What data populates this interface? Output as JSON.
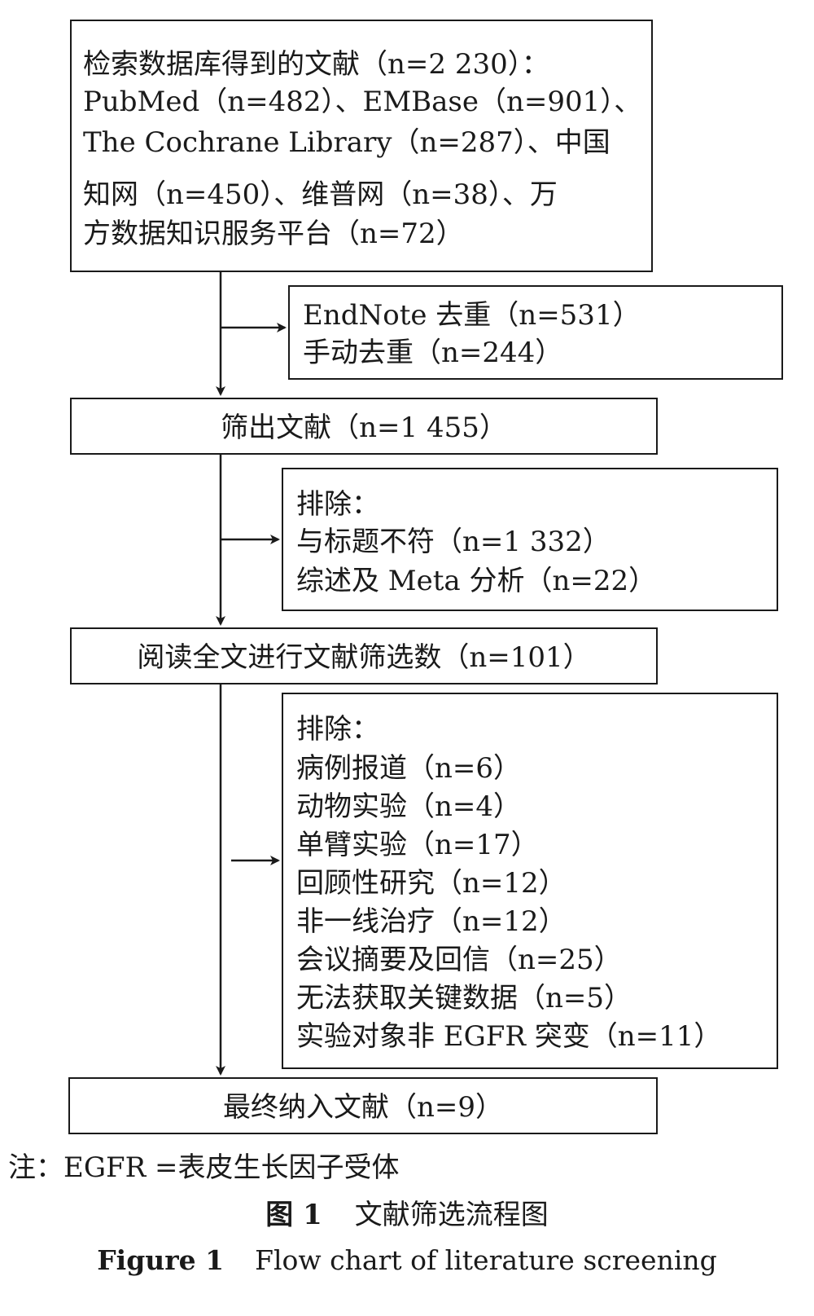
{
  "box_search": {
    "line1": "检索数据库得到的文献（n=2 230）：",
    "line2": "PubMed（n=482）、EMBase（n=901）、",
    "line3": "The Cochrane Library（n=287）、中国",
    "line4": "知网（n=450）、维普网（n=38）、万",
    "line5": "方数据知识服务平台（n=72）"
  },
  "box_dedup": {
    "line1": "EndNote 去重（n=531）",
    "line2": "手动去重（n=244）"
  },
  "box_screened": {
    "text": "筛出文献（n=1 455）"
  },
  "box_exclude1": {
    "line1": "排除：",
    "line2": "与标题不符（n=1 332）",
    "line3": "综述及 Meta 分析（n=22）"
  },
  "box_fulltext": {
    "text": "阅读全文进行文献筛选数（n=101）"
  },
  "box_exclude2": {
    "line1": "排除：",
    "line2": "病例报道（n=6）",
    "line3": "动物实验（n=4）",
    "line4": "单臂实验（n=17）",
    "line5": "回顾性研究（n=12）",
    "line6": "非一线治疗（n=12）",
    "line7": "会议摘要及回信（n=25）",
    "line8": "无法获取关键数据（n=5）",
    "line9": "实验对象非 EGFR 突变（n=11）"
  },
  "box_final": {
    "text": "最终纳入文献（n=9）"
  },
  "note": "注：EGFR =表皮生长因子受体",
  "caption_cn": {
    "label": "图 1",
    "title": "文献筛选流程图"
  },
  "caption_en": {
    "label": "Figure 1",
    "title": "Flow chart of literature screening"
  }
}
